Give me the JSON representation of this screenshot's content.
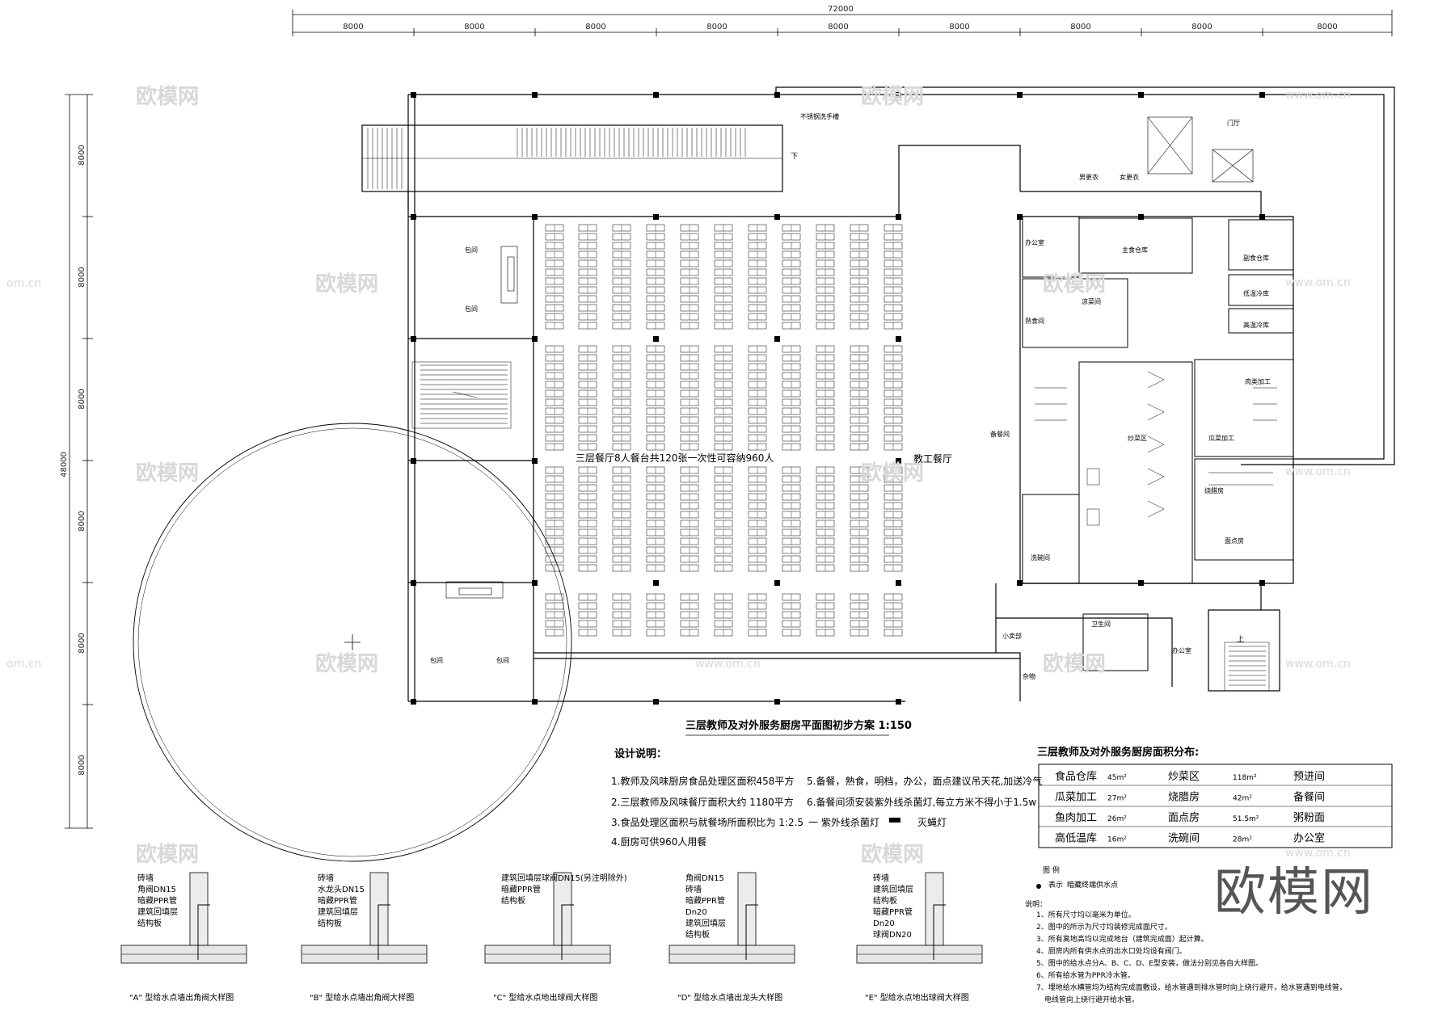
{
  "dimensions": {
    "overall_width": "72000",
    "column_spacing": [
      "8000",
      "8000",
      "8000",
      "8000",
      "8000",
      "8000",
      "8000",
      "8000",
      "8000"
    ],
    "overall_depth": "48000",
    "row_spacing": [
      "8000",
      "8000",
      "8000",
      "8000",
      "8000",
      "8000"
    ]
  },
  "plan": {
    "title": "三层教师及对外服务厨房平面图初步方案 1:150",
    "dining_hall_label": "三层餐厅8人餐台共120张一次性可容纳960人",
    "staff_dining_label": "教工餐厅",
    "handwash_label": "不锈钢洗手槽",
    "stair_down": "下",
    "stair_up": "上",
    "rooms": {
      "private_room": "包间",
      "lobby": "门厅",
      "restroom": "卫生间",
      "office": "办公室",
      "snack_shop": "小卖部",
      "storage": "杂物",
      "male_changing": "男更衣",
      "female_changing": "女更衣",
      "main_warehouse": "主食仓库",
      "side_warehouse": "副食仓库",
      "low_temp_storage": "低温冷库",
      "high_temp_storage": "高温冷库",
      "meat_processing": "肉类加工",
      "vegetable_processing": "瓜菜加工",
      "pastry_room": "面点房",
      "roasting_room": "烧腊房",
      "stir_fry_area": "炒菜区",
      "cold_dish_room": "凉菜间",
      "cooked_food": "熟食间",
      "dish_washing": "洗碗间",
      "office_kitchen": "办公室",
      "preparation": "备餐间"
    }
  },
  "design_notes": {
    "heading": "设计说明：",
    "items": [
      "1.教师及风味厨房食品处理区面积458平方",
      "2.三层教师及风味餐厅面积大约 1180平方",
      "3.食品处理区面积与就餐场所面积比为 1:2.5",
      "4.厨房可供960人用餐",
      "5.备餐，熟食，明档，办公，面点建议吊天花,加送冷气",
      "6.备餐间须安装紫外线杀菌灯,每立方米不得小于1.5w"
    ],
    "uv_lamp": "一 紫外线杀菌灯",
    "fly_lamp": "灭蝇灯"
  },
  "area_table": {
    "heading": "三层教师及对外服务厨房面积分布:",
    "rows": [
      [
        "食品仓库",
        "45m²",
        "炒菜区",
        "118m²",
        "预进间"
      ],
      [
        "瓜菜加工",
        "27m²",
        "烧腊房",
        "42m²",
        "备餐间"
      ],
      [
        "鱼肉加工",
        "26m²",
        "面点房",
        "51.5m²",
        "粥粉面"
      ],
      [
        "高低温库",
        "16m²",
        "洗碗间",
        "28m²",
        "办公室"
      ]
    ]
  },
  "legend": {
    "heading": "图 例",
    "symbol_label": "表示",
    "symbol_desc": "暗藏终端供水点"
  },
  "explanation": {
    "heading": "说明：",
    "items": [
      "1、所有尺寸均以毫米为单位。",
      "2、图中的所示为尺寸均装修完成面尺寸。",
      "3、所有离地高均以完成地台（建筑完成面）起计算。",
      "4、厨房内所有供水点的出水口处均设有阀门。",
      "5、图中的给水点分A、B、C、D、E型安装，做法分别见各自大样图。",
      "6、所有给水管为PPR冷水管。",
      "7、埋地给水横管均为结构完成面敷设，给水管遇到排水管时向上绕行避开，给水管遇到电线管，",
      "电线管向上绕行避开给水管。"
    ]
  },
  "details": [
    {
      "caption": "\"A\" 型给水点墙出角阀大样图",
      "labels": [
        "砖墙",
        "角阀DN15",
        "暗藏PPR管",
        "建筑回填层",
        "结构板"
      ]
    },
    {
      "caption": "\"B\" 型给水点墙出角阀大样图",
      "labels": [
        "砖墙",
        "水龙头DN15",
        "暗藏PPR管",
        "建筑回填层",
        "结构板"
      ]
    },
    {
      "caption": "\"C\" 型给水点地出球阀大样图",
      "labels": [
        "建筑回填层球阀DN15(另注明除外)",
        "暗藏PPR管",
        "结构板"
      ]
    },
    {
      "caption": "\"D\" 型给水点墙出龙头大样图",
      "labels": [
        "角阀DN15",
        "砖墙",
        "暗藏PPR管",
        "Dn20",
        "建筑回填层",
        "结构板"
      ]
    },
    {
      "caption": "\"E\" 型给水点地出球阀大样图",
      "labels": [
        "砖墙",
        "建筑回填层",
        "结构板",
        "暗藏PPR管",
        "Dn20",
        "球阀DN20"
      ]
    }
  ],
  "watermark": {
    "brand": "欧模网",
    "site": "www.om.cn",
    "site_short": "om.cn"
  }
}
